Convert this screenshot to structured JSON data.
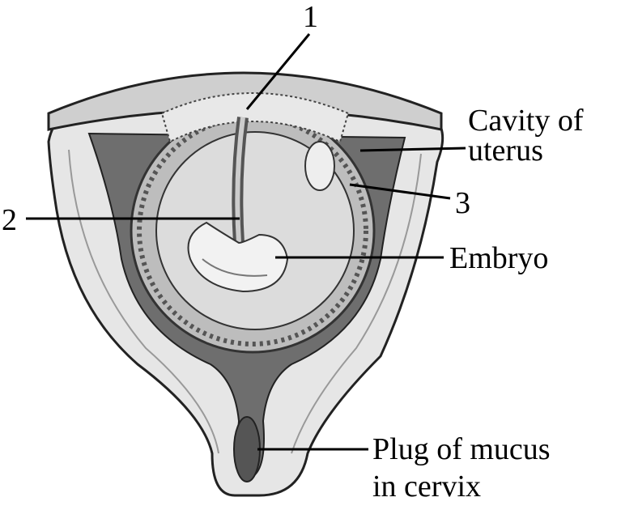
{
  "labels": {
    "one": "1",
    "two": "2",
    "three": "3",
    "cavity_line1": "Cavity of",
    "cavity_line2": "uterus",
    "embryo": "Embryo",
    "plug_line1": "Plug of mucus",
    "plug_line2": "in cervix"
  },
  "colors": {
    "cavity": "#6e6e6e",
    "wall": "#e2e2e2",
    "sac": "#dcdcdc"
  }
}
